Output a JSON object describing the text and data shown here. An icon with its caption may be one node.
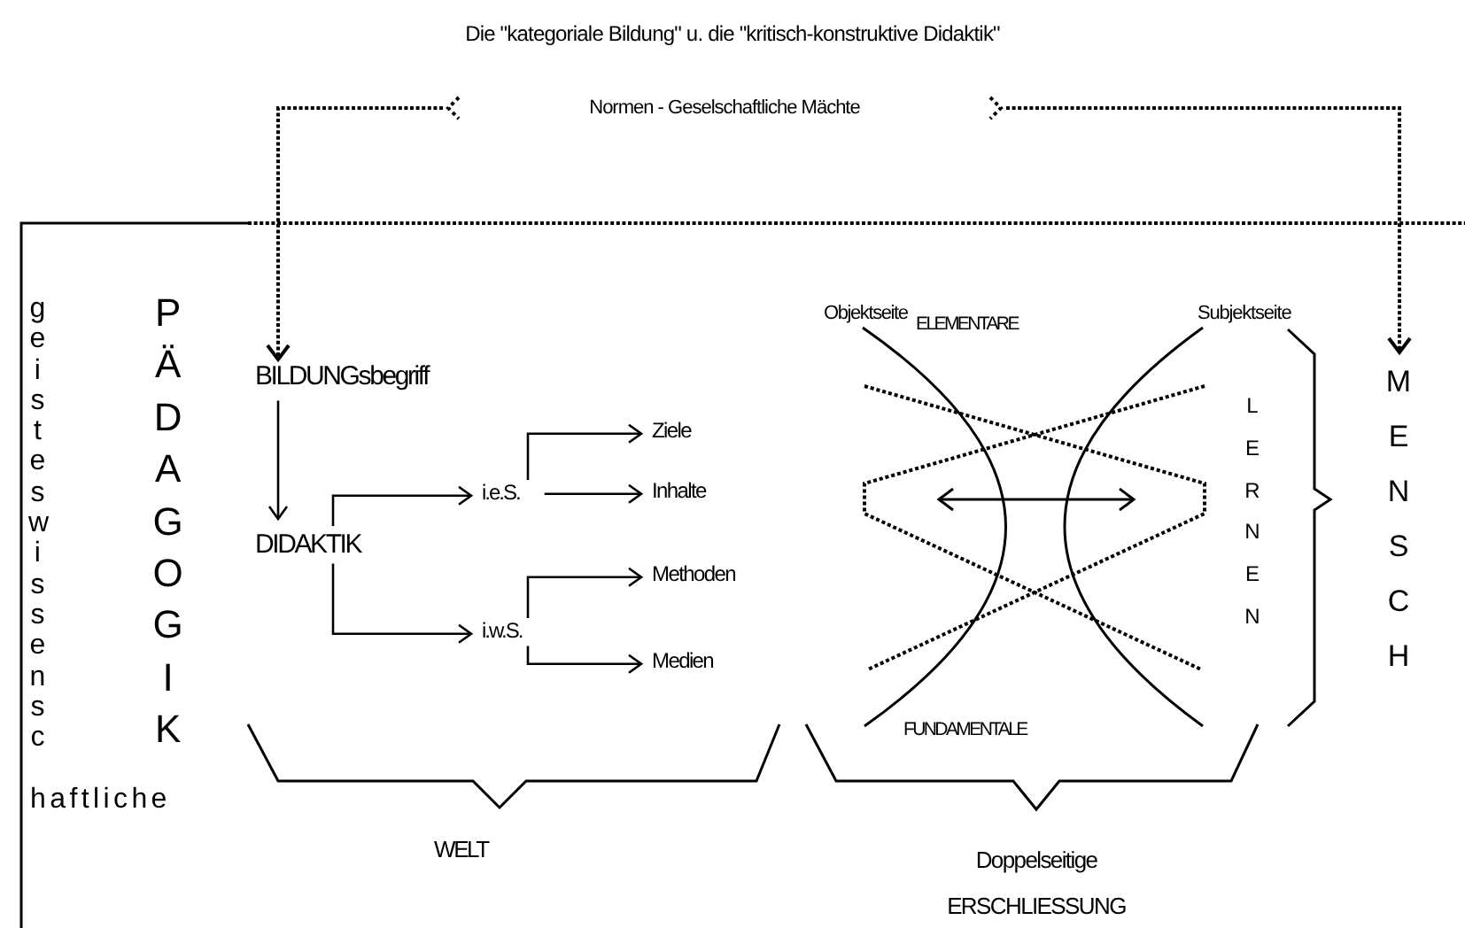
{
  "diagram": {
    "title": "Die \"kategoriale Bildung\" u. die \"kritisch-konstruktive Didaktik\"",
    "nodes": [
      {
        "text": [
          "Normen - Geselschaftliche Mächte"
        ]
      },
      {
        "text": [
          "BILDUNGsbegriff"
        ]
      },
      {
        "text": [
          "DIDAKTIK"
        ]
      },
      {
        "text": [
          "i.e.S."
        ]
      },
      {
        "text": [
          "i.w.S."
        ]
      },
      {
        "text": [
          "Ziele"
        ]
      },
      {
        "text": [
          "Inhalte"
        ]
      },
      {
        "text": [
          "Methoden"
        ]
      },
      {
        "text": [
          "Medien"
        ]
      },
      {
        "text": [
          "MENSCH"
        ]
      }
    ],
    "edges": [
      {
        "from": 0,
        "to": 1,
        "arrow": "to",
        "style": "dashed"
      },
      {
        "from": 0,
        "to": 9,
        "arrow": "to",
        "style": "dashed"
      },
      {
        "from": 1,
        "to": 2,
        "arrow": "to"
      },
      {
        "from": 2,
        "to": 3,
        "arrow": "to"
      },
      {
        "from": 2,
        "to": 4,
        "arrow": "to"
      },
      {
        "from": 3,
        "to": 5,
        "arrow": "to"
      },
      {
        "from": 3,
        "to": 6,
        "arrow": "to"
      },
      {
        "from": 4,
        "to": 7,
        "arrow": "to"
      },
      {
        "from": 4,
        "to": 8,
        "arrow": "to"
      }
    ],
    "labels": [
      "geisteswissensc",
      "haftliche",
      "PÄDAGOGIK",
      "Objektseite",
      "ELEMENTARE",
      "Subjektseite",
      "LERNEN",
      "FUNDAMENTALE",
      "WELT",
      "Doppelseitige ERSCHLIESSUNG"
    ]
  }
}
